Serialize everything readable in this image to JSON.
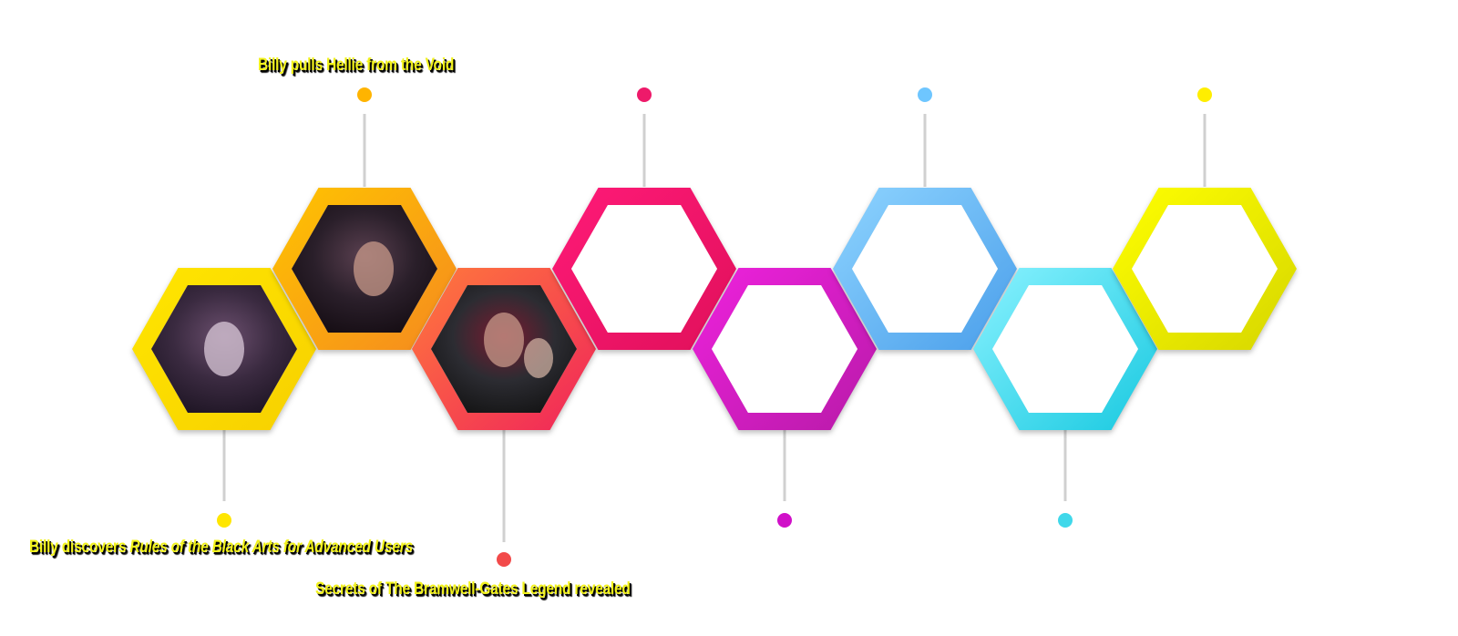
{
  "timeline": {
    "events": [
      {
        "label": "Billy pulls Hellie from the Void"
      },
      {
        "label_plain": "Billy discovers ",
        "label_italic": "Rules of the Black Arts for Advanced Users"
      },
      {
        "label": "Secrets of The Bramwell-Gates Legend revealed"
      }
    ],
    "hexagons": [
      {
        "name": "hex-1",
        "color_a": "#ffe600",
        "color_b": "#f7d000",
        "image": "hooded-boy-portrait"
      },
      {
        "name": "hex-2",
        "color_a": "#ffc400",
        "color_b": "#f58a1f",
        "image": "dark-haired-woman-portrait"
      },
      {
        "name": "hex-3",
        "color_a": "#ff7a3c",
        "color_b": "#f0245a",
        "image": "hooded-pair-portrait"
      },
      {
        "name": "hex-4",
        "color_a": "#ff1a78",
        "color_b": "#e0105a",
        "image": null
      },
      {
        "name": "hex-5",
        "color_a": "#ee22dd",
        "color_b": "#b81aa8",
        "image": null
      },
      {
        "name": "hex-6",
        "color_a": "#8ed4ff",
        "color_b": "#4a9eea",
        "image": null
      },
      {
        "name": "hex-7",
        "color_a": "#8af2ff",
        "color_b": "#18c9e0",
        "image": null
      },
      {
        "name": "hex-8",
        "color_a": "#ffff00",
        "color_b": "#d6d600",
        "image": null
      }
    ],
    "dot_colors": [
      "#ffe600",
      "#ffb400",
      "#f24a4a",
      "#ee1a6a",
      "#d010c8",
      "#6ec6ff",
      "#40d8ea",
      "#ffee00"
    ]
  }
}
